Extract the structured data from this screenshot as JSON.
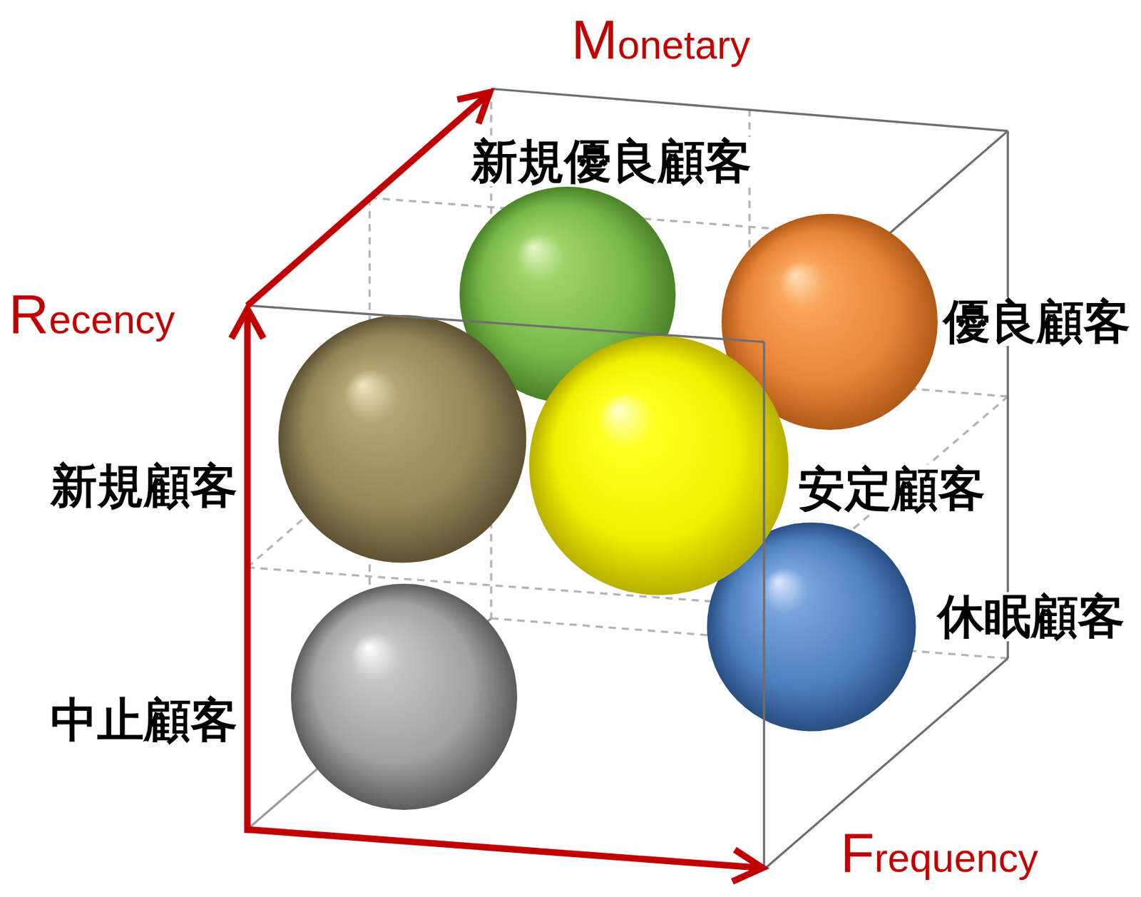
{
  "diagram": {
    "nodes": [
      {
        "text": [
          "新規優良顧客"
        ]
      },
      {
        "text": [
          "優良顧客"
        ]
      },
      {
        "text": [
          "新規顧客"
        ]
      },
      {
        "text": [
          "安定顧客"
        ]
      },
      {
        "text": [
          "休眠顧客"
        ]
      },
      {
        "text": [
          "中止顧客"
        ]
      }
    ],
    "labels": [
      "Monetary",
      "Recency",
      "Frequency"
    ]
  }
}
